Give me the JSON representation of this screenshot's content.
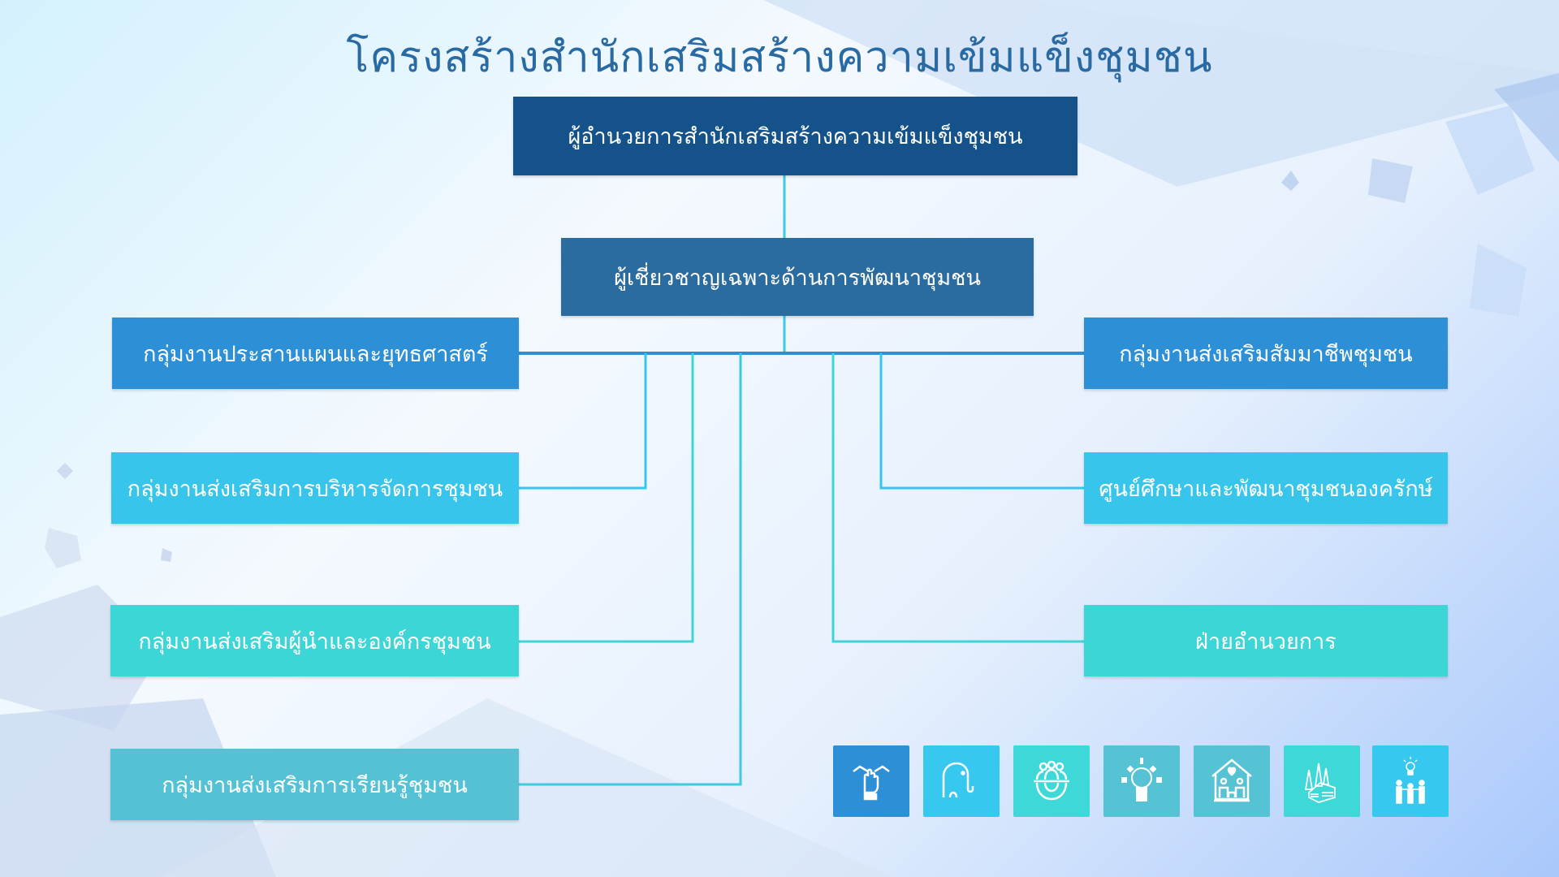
{
  "title": "โครงสร้างสำนักเสริมสร้างความเข้มแข็งชุมชน",
  "director": "ผู้อำนวยการสำนักเสริมสร้างความเข้มแข็งชุมชน",
  "expert": "ผู้เชี่ยวชาญเฉพาะด้านการพัฒนาชุมชน",
  "left_units": [
    "กลุ่มงานประสานแผนและยุทธศาสตร์",
    "กลุ่มงานส่งเสริมการบริหารจัดการชุมชน",
    "กลุ่มงานส่งเสริมผู้นำและองค์กรชุมชน",
    "กลุ่มงานส่งเสริมการเรียนรู้ชุมชน"
  ],
  "right_units": [
    "กลุ่มงานส่งเสริมสัมมาชีพชุมชน",
    "ศูนย์ศึกษาและพัฒนาชุมชนองครักษ์",
    "ฝ่ายอำนวยการ"
  ],
  "icons": [
    "handshake-icon",
    "elephant-icon",
    "team-gear-icon",
    "brain-idea-icon",
    "family-home-icon",
    "log-cabin-icon",
    "people-idea-icon"
  ],
  "colors": {
    "director": "#15528a",
    "expert": "#2a6c9f",
    "row1": "#2d8fd5",
    "row2": "#37c5ec",
    "row3": "#3dd6d6",
    "row4": "#55c1d4",
    "line": "#3ccbe0"
  }
}
